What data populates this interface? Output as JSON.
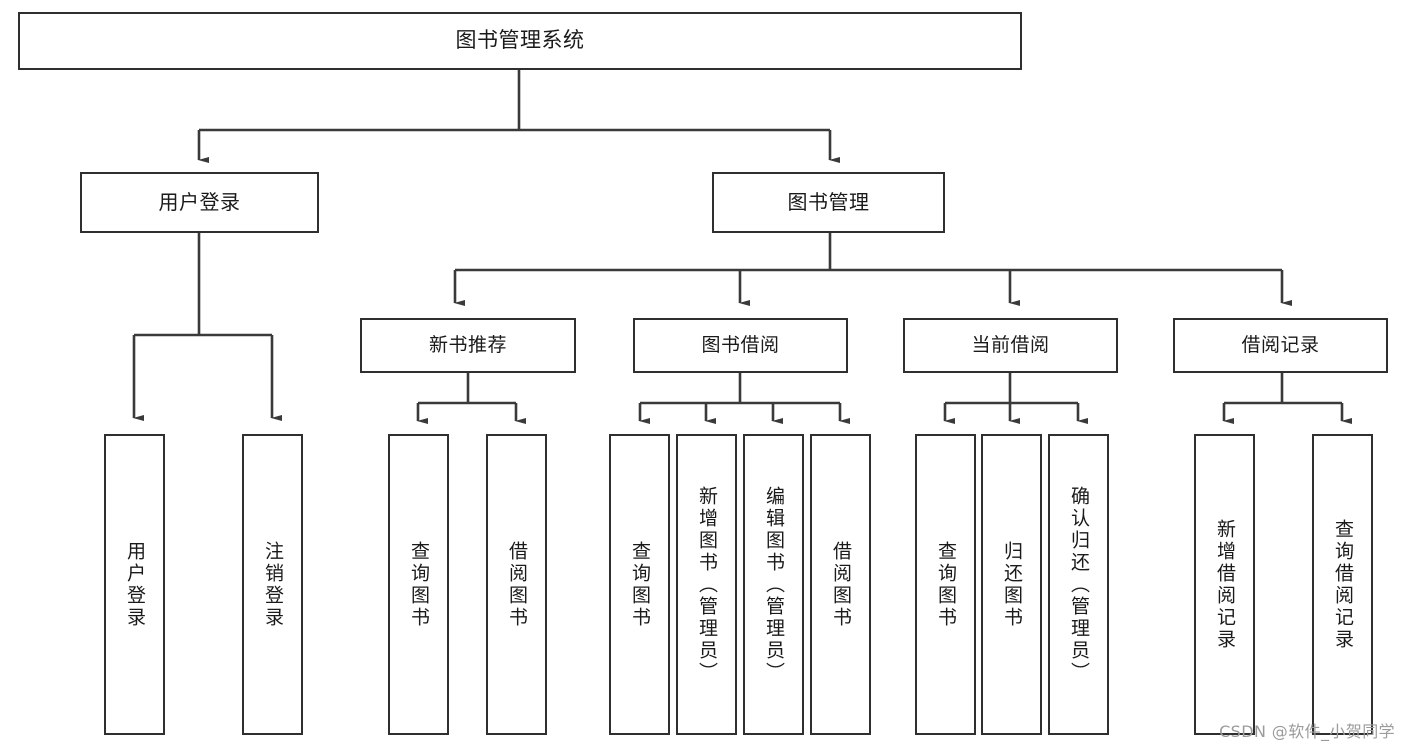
{
  "diagram": {
    "title": "图书管理系统",
    "type": "tree",
    "watermark": "CSDN @软件_小贺同学",
    "colors": {
      "box_border": "#2f2f2f",
      "box_fill": "#ffffff",
      "edge": "#3a3a3a",
      "text": "#1a1a1a",
      "watermark": "#9b9b9b",
      "background": "#ffffff"
    },
    "nodes": {
      "root": {
        "label": "图书管理系统"
      },
      "level1": [
        {
          "id": "user-login",
          "label": "用户登录"
        },
        {
          "id": "book-management",
          "label": "图书管理"
        }
      ],
      "level2": [
        {
          "id": "new-book-recommend",
          "label": "新书推荐",
          "parent": "book-management"
        },
        {
          "id": "book-borrow",
          "label": "图书借阅",
          "parent": "book-management"
        },
        {
          "id": "current-borrow",
          "label": "当前借阅",
          "parent": "book-management"
        },
        {
          "id": "borrow-record",
          "label": "借阅记录",
          "parent": "book-management"
        }
      ],
      "leaves": [
        {
          "id": "leaf-user-login",
          "label": "用户登录",
          "parent": "user-login"
        },
        {
          "id": "leaf-user-logout",
          "label": "注销登录",
          "parent": "user-login"
        },
        {
          "id": "leaf-query-book-1",
          "label": "查询图书",
          "parent": "new-book-recommend"
        },
        {
          "id": "leaf-borrow-book-1",
          "label": "借阅图书",
          "parent": "new-book-recommend"
        },
        {
          "id": "leaf-query-book-2",
          "label": "查询图书",
          "parent": "book-borrow"
        },
        {
          "id": "leaf-add-book",
          "label": "新增图书（管理员）",
          "parent": "book-borrow"
        },
        {
          "id": "leaf-edit-book",
          "label": "编辑图书（管理员）",
          "parent": "book-borrow"
        },
        {
          "id": "leaf-borrow-book-2",
          "label": "借阅图书",
          "parent": "book-borrow"
        },
        {
          "id": "leaf-query-book-3",
          "label": "查询图书",
          "parent": "current-borrow"
        },
        {
          "id": "leaf-return-book",
          "label": "归还图书",
          "parent": "current-borrow"
        },
        {
          "id": "leaf-confirm-return",
          "label": "确认归还（管理员）",
          "parent": "current-borrow"
        },
        {
          "id": "leaf-add-record",
          "label": "新增借阅记录",
          "parent": "borrow-record"
        },
        {
          "id": "leaf-query-record",
          "label": "查询借阅记录",
          "parent": "borrow-record"
        }
      ]
    }
  }
}
